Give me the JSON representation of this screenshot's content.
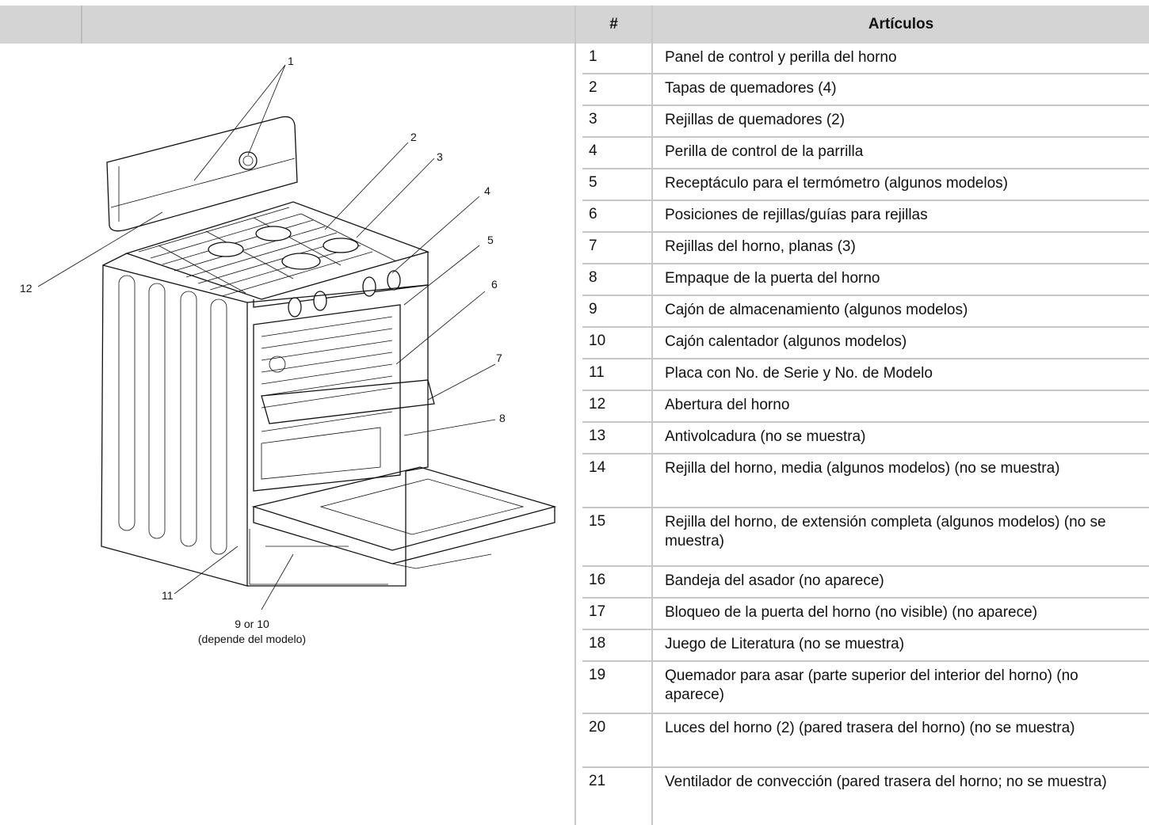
{
  "table": {
    "header_num": "#",
    "header_items": "Artículos",
    "rows": [
      {
        "num": "1",
        "text": "Panel de control y perilla del horno"
      },
      {
        "num": "2",
        "text": "Tapas de quemadores (4)"
      },
      {
        "num": "3",
        "text": "Rejillas de quemadores (2)"
      },
      {
        "num": "4",
        "text": "Perilla de control de la parrilla"
      },
      {
        "num": "5",
        "text": "Receptáculo para el termómetro (algunos modelos)"
      },
      {
        "num": "6",
        "text": "Posiciones de rejillas/guías para rejillas"
      },
      {
        "num": "7",
        "text": "Rejillas del horno, planas (3)"
      },
      {
        "num": "8",
        "text": "Empaque de la puerta del horno"
      },
      {
        "num": "9",
        "text": "Cajón de almacenamiento (algunos modelos)"
      },
      {
        "num": "10",
        "text": "Cajón calentador (algunos modelos)"
      },
      {
        "num": "11",
        "text": "Placa con No. de Serie y No. de Modelo"
      },
      {
        "num": "12",
        "text": "Abertura del horno"
      },
      {
        "num": "13",
        "text": "Antivolcadura (no se muestra)"
      },
      {
        "num": "14",
        "text": "Rejilla del horno, media (algunos modelos) (no se muestra)"
      },
      {
        "num": "15",
        "text": "Rejilla del horno, de extensión completa (algunos modelos) (no se muestra)"
      },
      {
        "num": "16",
        "text": "Bandeja del asador (no aparece)"
      },
      {
        "num": "17",
        "text": "Bloqueo de la puerta del horno (no visible) (no aparece)"
      },
      {
        "num": "18",
        "text": "Juego de Literatura (no se muestra)"
      },
      {
        "num": "19",
        "text": "Quemador para asar (parte superior del interior del horno) (no aparece)"
      },
      {
        "num": "20",
        "text": "Luces del horno (2) (pared trasera del horno) (no se muestra)"
      },
      {
        "num": "21",
        "text": "Ventilador de convección (pared trasera del horno; no se muestra)"
      }
    ]
  },
  "diagram": {
    "callouts": [
      "1",
      "2",
      "3",
      "4",
      "5",
      "6",
      "7",
      "8",
      "11",
      "12"
    ],
    "bottom_label_line1": "9 or 10",
    "bottom_label_line2": "(depende del modelo)"
  }
}
